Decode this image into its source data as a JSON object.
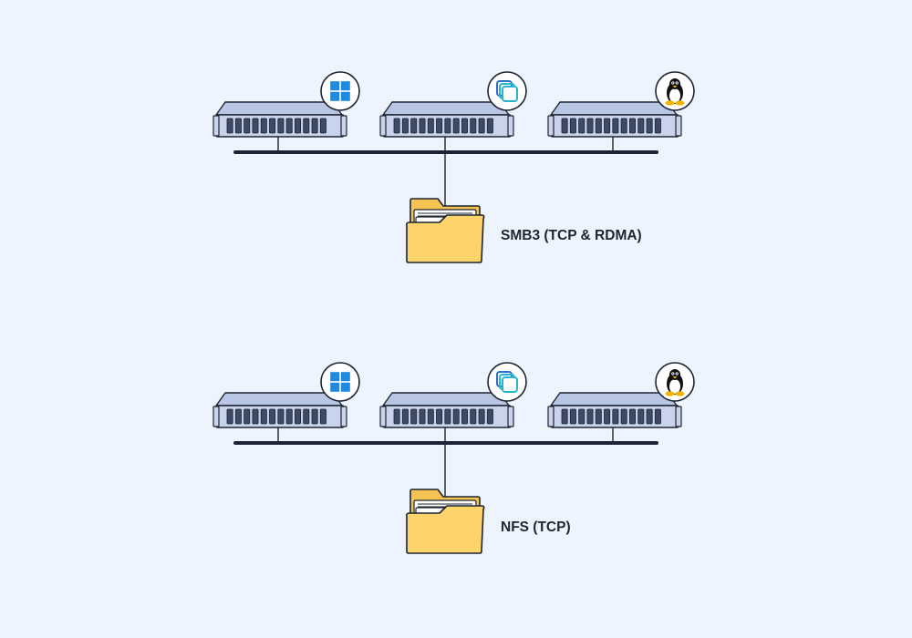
{
  "groups": [
    {
      "id": "smb",
      "share_label": "SMB3 (TCP & RDMA)",
      "servers": [
        {
          "os_icon": "windows-icon"
        },
        {
          "os_icon": "vmware-icon"
        },
        {
          "os_icon": "linux-icon"
        }
      ]
    },
    {
      "id": "nfs",
      "share_label": "NFS (TCP)",
      "servers": [
        {
          "os_icon": "windows-icon"
        },
        {
          "os_icon": "vmware-icon"
        },
        {
          "os_icon": "linux-icon"
        }
      ]
    }
  ],
  "colors": {
    "background": "#eef4fd",
    "server_top": "#b9c6e4",
    "server_front": "#c9d4ec",
    "drive_bay": "#3c4a66",
    "outline": "#1d2433",
    "folder_fill": "#fdd36b",
    "folder_back": "#f6c452",
    "paper": "#ffffff",
    "windows_blue": "#1f8ae0",
    "vmware_teal": "#27b6c9",
    "vmware_blue": "#2a6fd1",
    "linux_yellow": "#f4b400"
  }
}
